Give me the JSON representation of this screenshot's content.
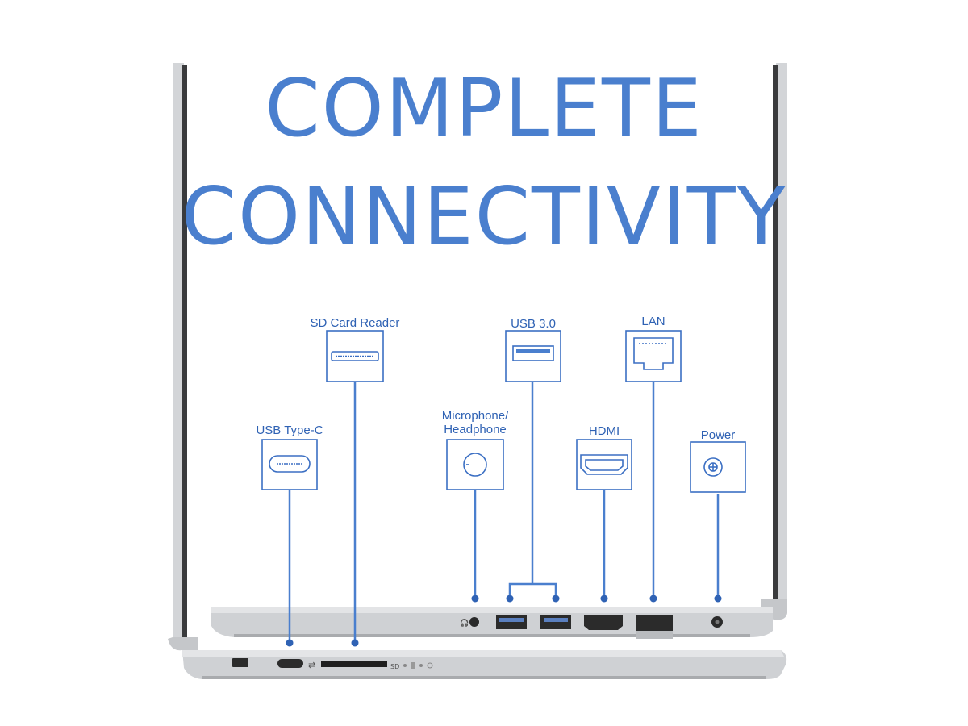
{
  "headline": {
    "line1": "COMPLETE",
    "line2": "CONNECTIVITY"
  },
  "ports": [
    {
      "id": "usb-c",
      "label": "USB Type-C",
      "icon": "usb-c-port-icon"
    },
    {
      "id": "sd",
      "label": "SD Card Reader",
      "icon": "sd-card-slot-icon"
    },
    {
      "id": "audio",
      "label": "Microphone/\nHeadphone",
      "icon": "headphone-jack-icon"
    },
    {
      "id": "usb3",
      "label": "USB 3.0",
      "icon": "usb-a-port-icon"
    },
    {
      "id": "hdmi",
      "label": "HDMI",
      "icon": "hdmi-port-icon"
    },
    {
      "id": "lan",
      "label": "LAN",
      "icon": "ethernet-port-icon"
    },
    {
      "id": "power",
      "label": "Power",
      "icon": "power-jack-icon"
    }
  ],
  "laptop_marks": {
    "sd": "SD"
  },
  "colors": {
    "accent": "#4a7fce",
    "label": "#2f62b4",
    "chassis": "#c9cbce"
  }
}
